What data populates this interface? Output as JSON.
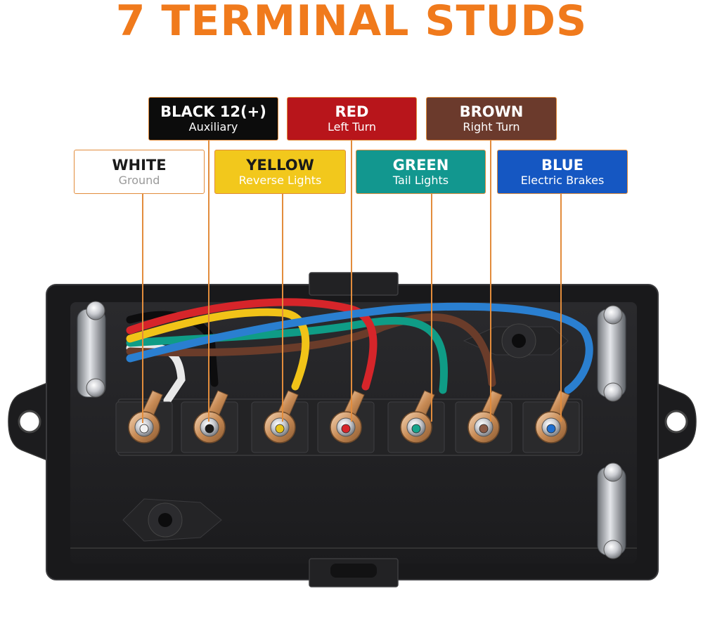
{
  "title": "7 TERMINAL STUDS",
  "colors": {
    "accent": "#f07a1c",
    "leader": "#e28c3c",
    "box": "#1e1e20"
  },
  "labels": {
    "black": {
      "name": "BLACK 12(+)",
      "func": "Auxiliary",
      "bg": "#0c0c0c",
      "fg": "#ffffff",
      "sub": "#ffffff"
    },
    "red": {
      "name": "RED",
      "func": "Left Turn",
      "bg": "#b8151b",
      "fg": "#ffffff",
      "sub": "#ffffff"
    },
    "brown": {
      "name": "BROWN",
      "func": "Right Turn",
      "bg": "#6b3a2c",
      "fg": "#ffffff",
      "sub": "#ffffff"
    },
    "white": {
      "name": "WHITE",
      "func": "Ground",
      "bg": "#ffffff",
      "fg": "#1a1a1a",
      "sub": "#9a9a9a"
    },
    "yellow": {
      "name": "YELLOW",
      "func": "Reverse Lights",
      "bg": "#f2c81c",
      "fg": "#1a1a1a",
      "sub": "#ffffff"
    },
    "green": {
      "name": "GREEN",
      "func": "Tail Lights",
      "bg": "#12978f",
      "fg": "#ffffff",
      "sub": "#ffffff"
    },
    "blue": {
      "name": "BLUE",
      "func": "Electric Brakes",
      "bg": "#1557c2",
      "fg": "#ffffff",
      "sub": "#ffffff"
    }
  },
  "studs": [
    {
      "id": "white",
      "dot": "#f2f2f2"
    },
    {
      "id": "black",
      "dot": "#1a1a1a"
    },
    {
      "id": "yellow",
      "dot": "#e8c41a"
    },
    {
      "id": "red",
      "dot": "#d8262b"
    },
    {
      "id": "green",
      "dot": "#17a58c"
    },
    {
      "id": "brown",
      "dot": "#8a5a46"
    },
    {
      "id": "blue",
      "dot": "#1f6fd0"
    }
  ]
}
